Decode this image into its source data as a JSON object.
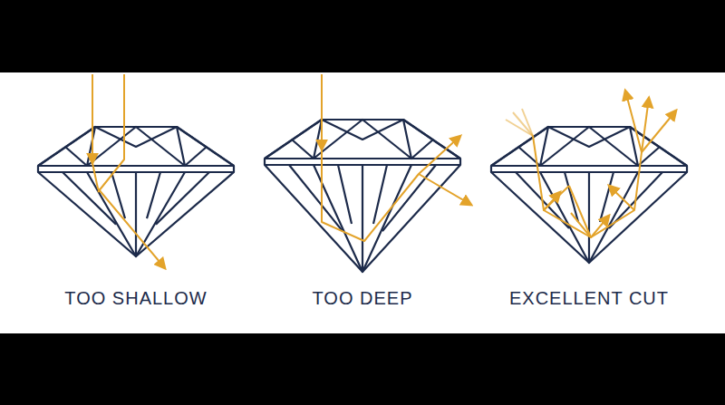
{
  "diagram": {
    "labels": [
      "TOO SHALLOW",
      "TOO DEEP",
      "EXCELLENT CUT"
    ]
  }
}
